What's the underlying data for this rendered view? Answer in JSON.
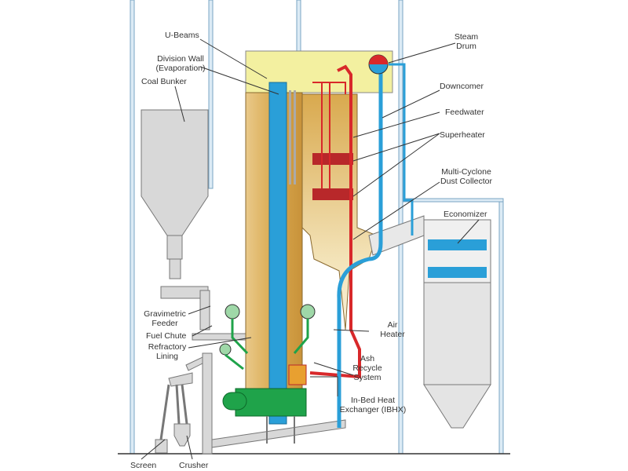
{
  "labels": {
    "steam_drum": [
      "Steam",
      "Drum"
    ],
    "u_beams": "U-Beams",
    "division_wall": [
      "Division Wall",
      "(Evaporation)"
    ],
    "coal_bunker": "Coal Bunker",
    "downcomer": "Downcomer",
    "feedwater": "Feedwater",
    "superheater": "Superheater",
    "multi_cyclone": [
      "Multi-Cyclone",
      "Dust Collector"
    ],
    "economizer": "Economizer",
    "gravimetric_feeder": [
      "Gravimetric",
      "Feeder"
    ],
    "fuel_chute": "Fuel Chute",
    "refractory_lining": [
      "Refractory",
      "Lining"
    ],
    "air_heater": [
      "Air",
      "Heater"
    ],
    "ash_recycle": [
      "Ash",
      "Recycle",
      "System"
    ],
    "ibhx": [
      "In-Bed Heat",
      "Exchanger (IBHX)"
    ],
    "screen": "Screen",
    "crusher": "Crusher"
  },
  "colors": {
    "furnace": "#d9a94e",
    "water_tubes": "#2a9fd8",
    "steam_tubes": "#d8282a",
    "penthouse": "#f3f0a0",
    "bed": "#1fa34a",
    "structure": "#dcebf5"
  }
}
